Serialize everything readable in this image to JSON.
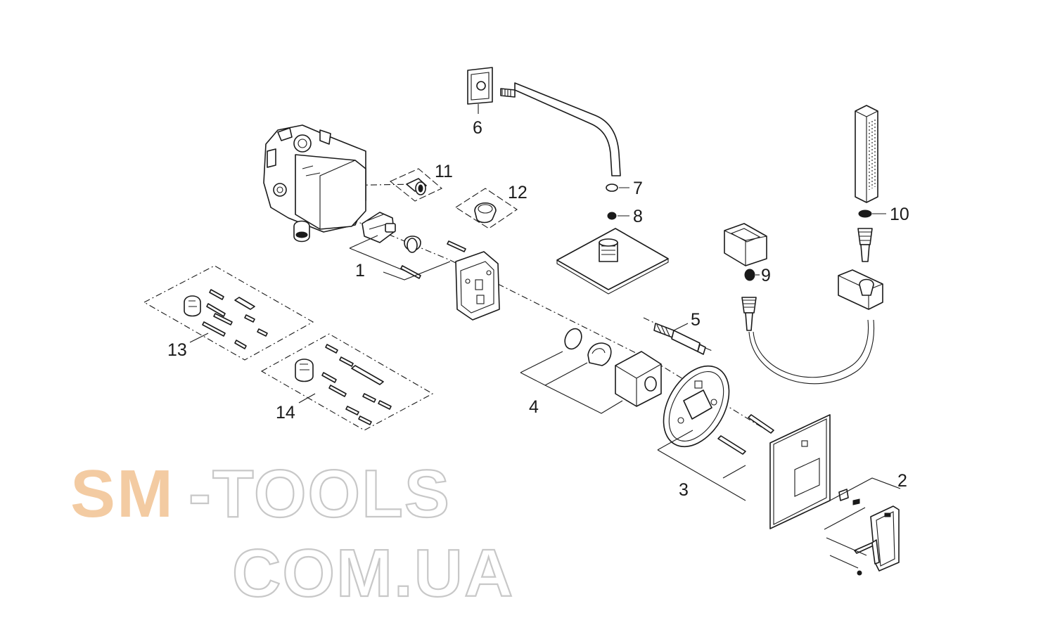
{
  "labels": [
    "1",
    "2",
    "3",
    "4",
    "5",
    "6",
    "7",
    "8",
    "9",
    "10",
    "11",
    "12",
    "13",
    "14"
  ],
  "watermark": {
    "line1_a": "SM",
    "line1_b": "-TOOLS",
    "line2": "COM.UA",
    "accent": "#f3cba2",
    "outline": "#c8c8c8"
  }
}
